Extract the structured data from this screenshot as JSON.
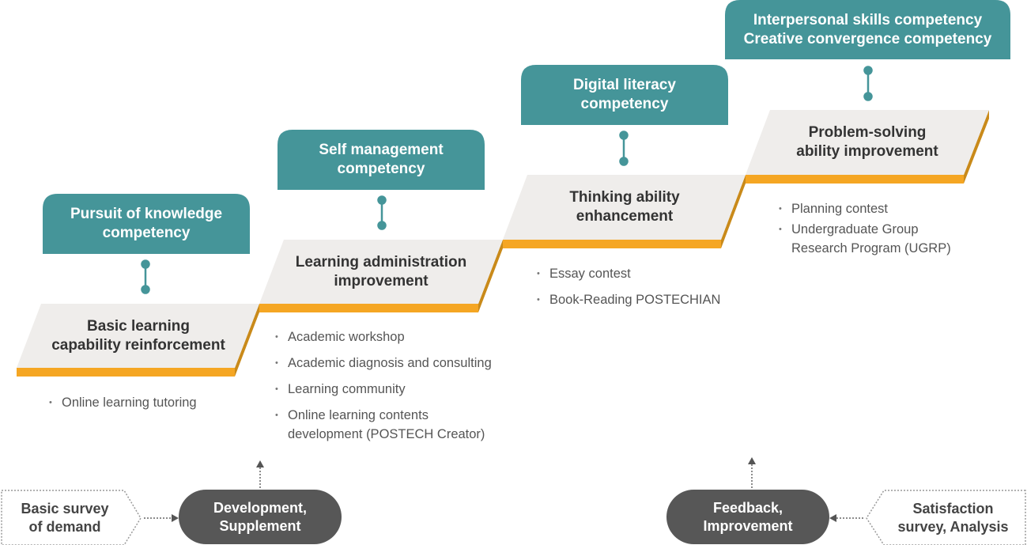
{
  "colors": {
    "teal": "#459599",
    "step_fill": "#efedeb",
    "orange": "#f5a623",
    "orange_side": "#c98a1a",
    "dark_pill": "#575757",
    "text_dark": "#333333",
    "text_gray": "#555555"
  },
  "competencies": [
    {
      "label": "Pursuit of knowledge\ncompetency"
    },
    {
      "label": "Self management\ncompetency"
    },
    {
      "label": "Digital literacy\ncompetency"
    },
    {
      "label": "Interpersonal skills competency\nCreative convergence competency"
    }
  ],
  "steps": [
    {
      "label": "Basic learning\ncapability reinforcement"
    },
    {
      "label": "Learning administration\nimprovement"
    },
    {
      "label": "Thinking ability\nenhancement"
    },
    {
      "label": "Problem-solving\nability improvement"
    }
  ],
  "programs": [
    [
      "Online learning tutoring"
    ],
    [
      "Academic workshop",
      "Academic diagnosis and consulting",
      "Learning community",
      "Online learning contents\ndevelopment (POSTECH Creator)"
    ],
    [
      "Essay contest",
      "Book-Reading POSTECHIAN"
    ],
    [
      "Planning contest",
      "Undergraduate Group\nResearch Program (UGRP)"
    ]
  ],
  "cycle": {
    "basic_survey": "Basic survey\nof demand",
    "development": "Development,\nSupplement",
    "feedback": "Feedback,\nImprovement",
    "satisfaction": "Satisfaction\nsurvey, Analysis"
  }
}
